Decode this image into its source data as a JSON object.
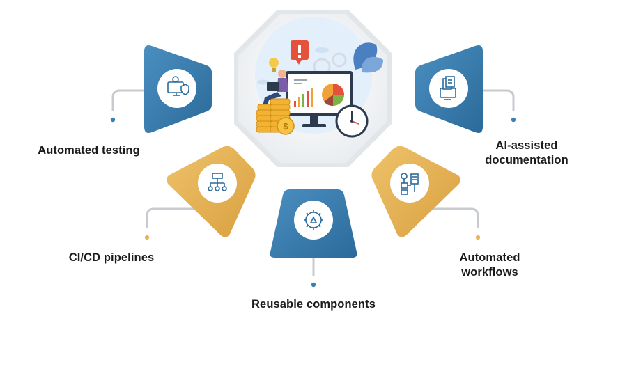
{
  "colors": {
    "blue": "#3a7fb0",
    "blue_dark": "#2b6a9a",
    "gold": "#e6b55a",
    "gold_dark": "#dca446",
    "connector": "#c7cbd0",
    "hub_bg": "#eef0f2",
    "text": "#1b1b1b"
  },
  "hub": {
    "illustration": "analytics-dashboard-illustration"
  },
  "items": [
    {
      "id": "automated-testing",
      "label": "Automated testing",
      "icon": "monitor-shield-icon",
      "color": "blue"
    },
    {
      "id": "ai-assisted-documentation",
      "label": "AI-assisted documentation",
      "label_lines": [
        "AI-assisted",
        "documentation"
      ],
      "icon": "documents-monitor-icon",
      "color": "blue"
    },
    {
      "id": "ci-cd-pipelines",
      "label": "CI/CD pipelines",
      "icon": "hierarchy-flow-icon",
      "color": "gold"
    },
    {
      "id": "reusable-components",
      "label": "Reusable components",
      "icon": "gear-recycle-icon",
      "color": "blue"
    },
    {
      "id": "automated-workflows",
      "label": "Automated workflows",
      "label_lines": [
        "Automated",
        "workflows"
      ],
      "icon": "workflow-document-icon",
      "color": "gold"
    }
  ]
}
